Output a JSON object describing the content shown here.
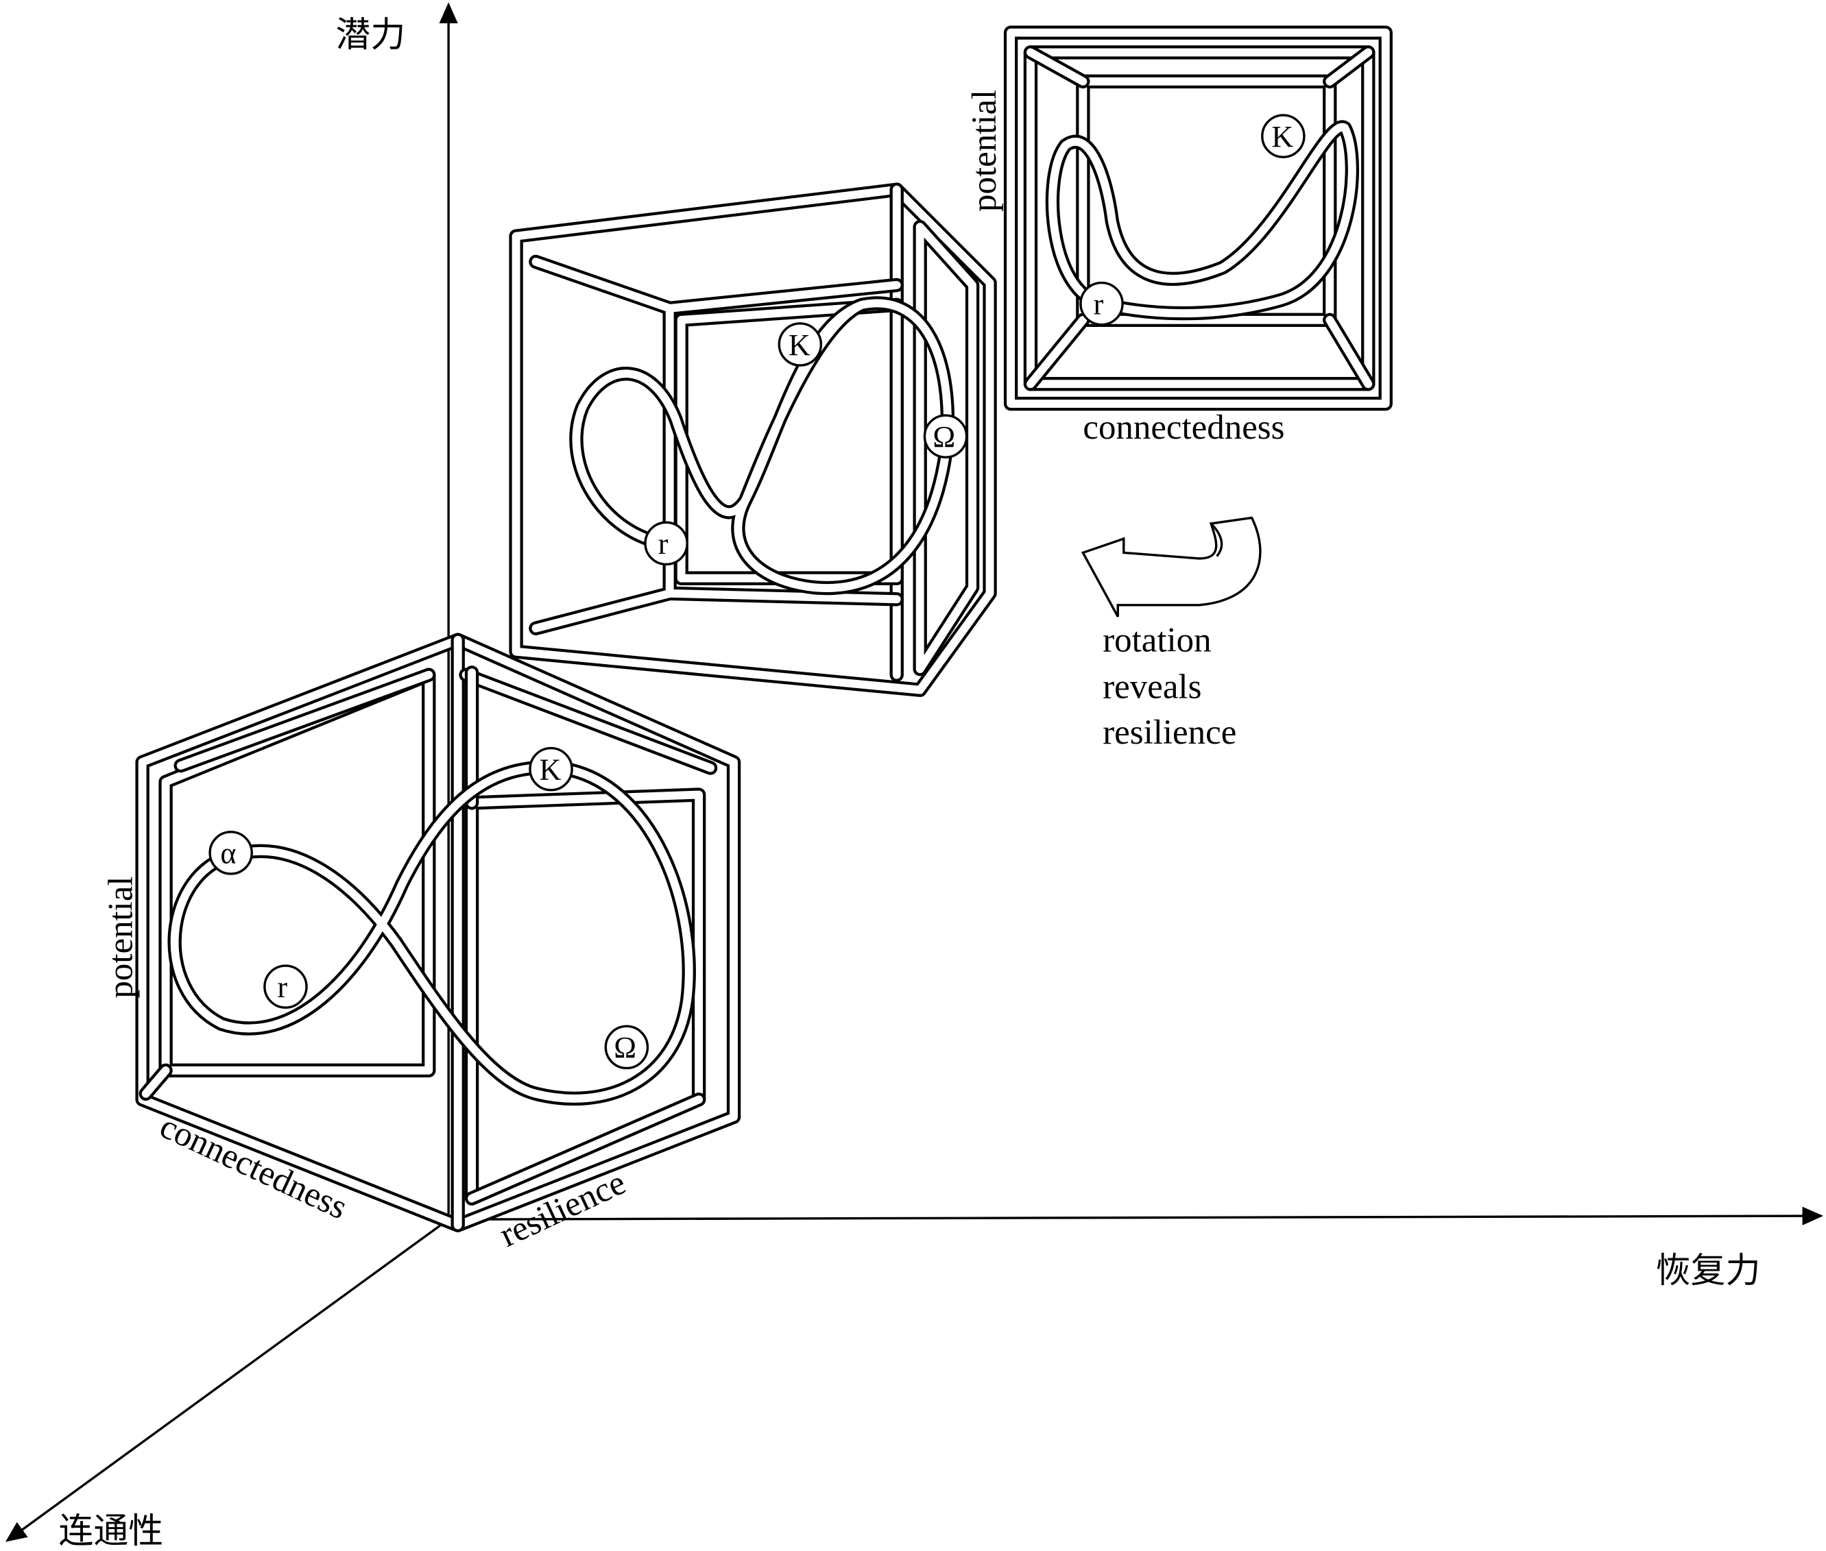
{
  "axes": {
    "vertical": "潜力",
    "horizontal": "恢复力",
    "diagonal": "连通性"
  },
  "cube_front": {
    "labels": {
      "left": "potential",
      "bottom_left": "connectedness",
      "bottom_right": "resilience"
    },
    "nodes": {
      "alpha": "α",
      "r": "r",
      "K": "K",
      "omega": "Ω"
    }
  },
  "cube_middle": {
    "nodes": {
      "r": "r",
      "K": "K",
      "omega": "Ω"
    }
  },
  "cube_back": {
    "labels": {
      "left": "potential",
      "bottom": "connectedness"
    },
    "nodes": {
      "K": "K",
      "r": "r"
    }
  },
  "rotation_note": [
    "rotation",
    "reveals",
    "resilience"
  ]
}
